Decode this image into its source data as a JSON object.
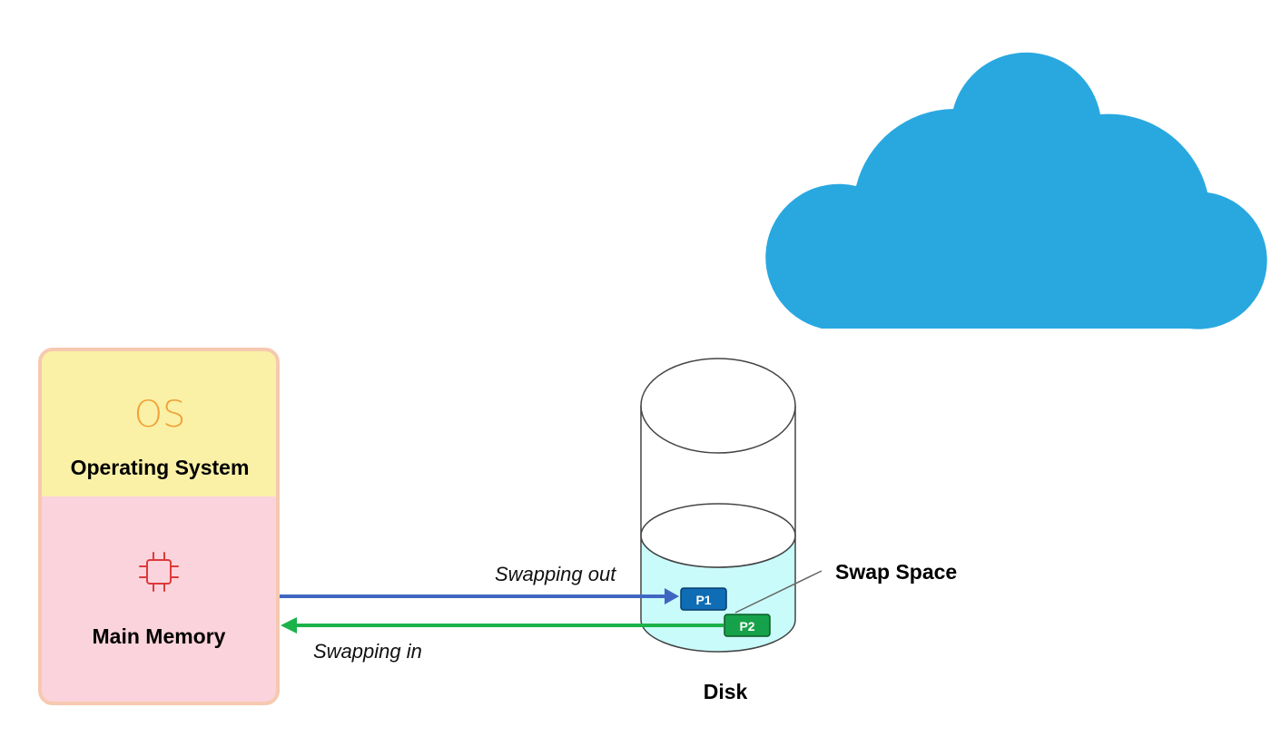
{
  "memory": {
    "os_glyph": "OS",
    "os_label": "Operating System",
    "main_label": "Main Memory",
    "chip_icon": "cpu-chip-icon"
  },
  "disk": {
    "label": "Disk",
    "swap_label": "Swap Space",
    "pages": [
      "P1",
      "P2"
    ]
  },
  "arrows": {
    "out_label": "Swapping out",
    "in_label": "Swapping in"
  },
  "cloud": {
    "icon": "cloud-icon"
  },
  "colors": {
    "os_fill": "#fbf1a6",
    "memory_fill": "#fbd3dc",
    "memory_border": "#f6c9b0",
    "chip_stroke": "#dd3a3a",
    "cloud_fill": "#29a8e0",
    "swap_fill": "#c9fbfb",
    "arrow_out": "#3f67c2",
    "arrow_in": "#1bb24a",
    "page_p1": "#0f6db6",
    "page_p2": "#16a24a"
  }
}
